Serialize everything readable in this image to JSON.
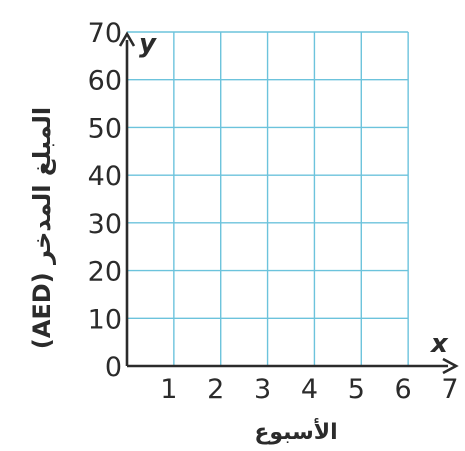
{
  "chart_data": {
    "type": "scatter",
    "x": [],
    "y": [],
    "series": [],
    "xlim": [
      0,
      7
    ],
    "ylim": [
      0,
      70
    ],
    "x_ticks": [
      1,
      2,
      3,
      4,
      5,
      6,
      7
    ],
    "y_ticks": [
      0,
      10,
      20,
      30,
      40,
      50,
      60,
      70
    ],
    "x_axis_letter": "x",
    "y_axis_letter": "y",
    "xlabel": "الأسبوع",
    "ylabel": "المبلغ المدخر (AED)",
    "grid": true,
    "colors": {
      "grid": "#6cc3dc",
      "axis": "#2b2b2b"
    }
  }
}
